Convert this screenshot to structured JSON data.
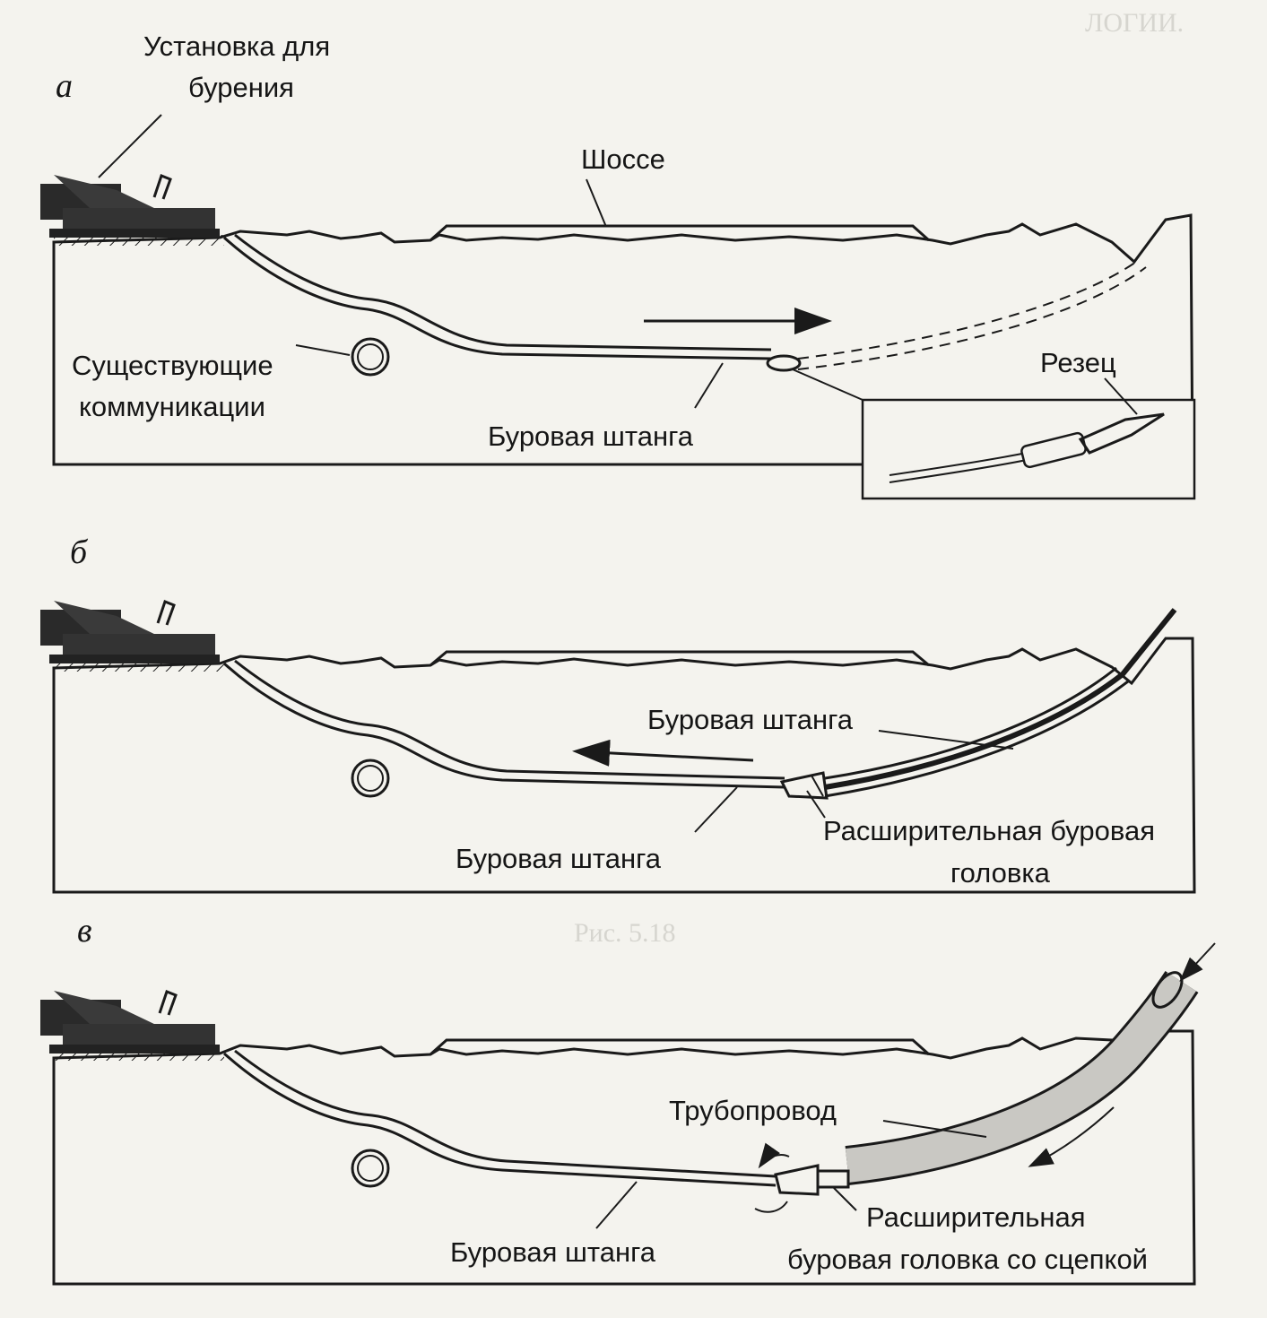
{
  "panels": {
    "a": {
      "tag": "а",
      "rig_label_1": "Установка для",
      "rig_label_2": "бурения",
      "road": "Шоссе",
      "utilities_1": "Существующие",
      "utilities_2": "коммуникации",
      "rod": "Буровая штанга",
      "cutter": "Резец"
    },
    "b": {
      "tag": "б",
      "rod_upper": "Буровая штанга",
      "rod_lower": "Буровая штанга",
      "reamer_1": "Расширительная буровая",
      "reamer_2": "головка"
    },
    "c": {
      "tag": "в",
      "pipeline": "Трубопровод",
      "rod": "Буровая штанга",
      "reamer_1": "Расширительная",
      "reamer_2": "буровая головка со сцепкой"
    }
  },
  "background_text": [
    "ЛОГИИ.",
    "Рис. 5.18"
  ]
}
